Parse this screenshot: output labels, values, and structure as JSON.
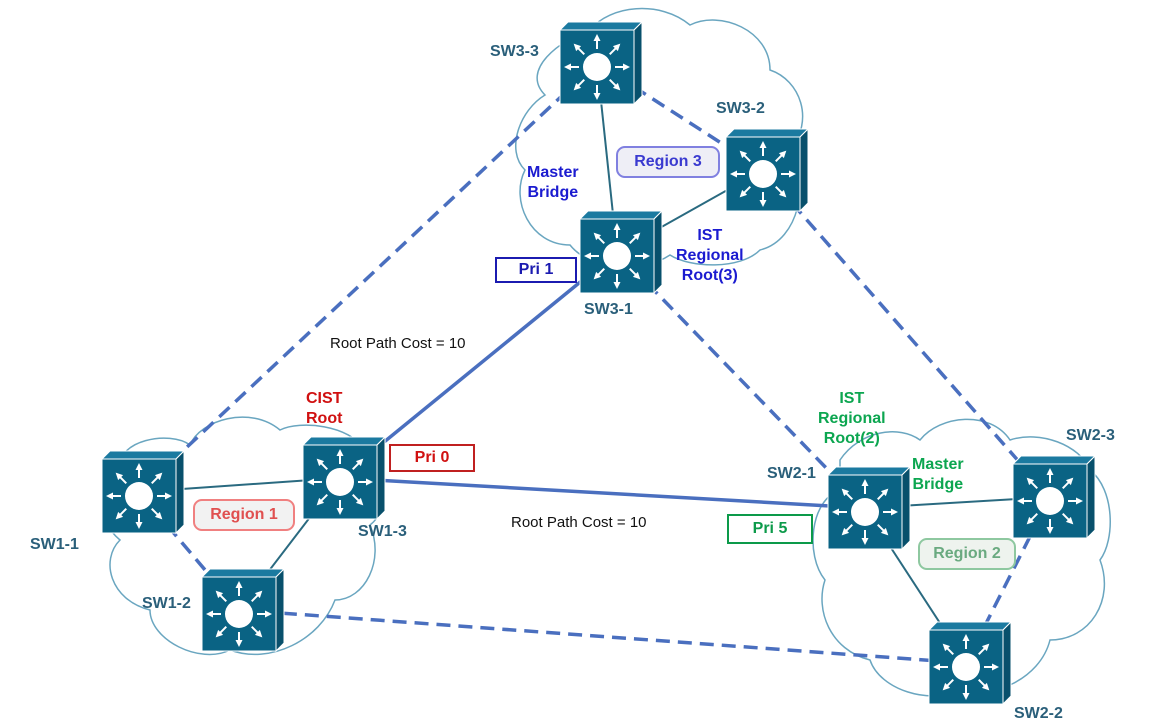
{
  "colors": {
    "switch": "#0a6384",
    "link_blue": "#4a6fbf",
    "region1": "#d93030",
    "region2": "#0ca650",
    "region3": "#1b1bd0",
    "cloud": "#6aa6c0",
    "switch_label": "#2a5f7a"
  },
  "switches": [
    {
      "id": "SW1-1",
      "label": "SW1-1"
    },
    {
      "id": "SW1-2",
      "label": "SW1-2"
    },
    {
      "id": "SW1-3",
      "label": "SW1-3"
    },
    {
      "id": "SW2-1",
      "label": "SW2-1"
    },
    {
      "id": "SW2-2",
      "label": "SW2-2"
    },
    {
      "id": "SW2-3",
      "label": "SW2-3"
    },
    {
      "id": "SW3-1",
      "label": "SW3-1"
    },
    {
      "id": "SW3-2",
      "label": "SW3-2"
    },
    {
      "id": "SW3-3",
      "label": "SW3-3"
    }
  ],
  "links": [
    {
      "from": "SW3-3",
      "to": "SW3-1",
      "style": "solid-thin"
    },
    {
      "from": "SW3-1",
      "to": "SW3-2",
      "style": "solid-thin"
    },
    {
      "from": "SW3-3",
      "to": "SW3-2",
      "style": "dashed"
    },
    {
      "from": "SW1-1",
      "to": "SW1-3",
      "style": "solid-thin"
    },
    {
      "from": "SW1-3",
      "to": "SW1-2",
      "style": "solid-thin"
    },
    {
      "from": "SW1-1",
      "to": "SW1-2",
      "style": "dashed"
    },
    {
      "from": "SW2-1",
      "to": "SW2-3",
      "style": "solid-thin"
    },
    {
      "from": "SW2-1",
      "to": "SW2-2",
      "style": "solid-thin"
    },
    {
      "from": "SW2-3",
      "to": "SW2-2",
      "style": "dashed"
    },
    {
      "from": "SW1-3",
      "to": "SW3-1",
      "style": "solid"
    },
    {
      "from": "SW1-3",
      "to": "SW2-1",
      "style": "solid"
    },
    {
      "from": "SW1-1",
      "to": "SW3-3",
      "style": "dashed"
    },
    {
      "from": "SW3-1",
      "to": "SW2-1",
      "style": "dashed"
    },
    {
      "from": "SW3-2",
      "to": "SW2-3",
      "style": "dashed"
    },
    {
      "from": "SW1-2",
      "to": "SW2-2",
      "style": "dashed"
    }
  ],
  "regions": [
    {
      "label": "Region 1"
    },
    {
      "label": "Region 2"
    },
    {
      "label": "Region 3"
    }
  ],
  "annotations": {
    "region3_master_line1": "Master",
    "region3_master_line2": "Bridge",
    "region3_ist_line1": "IST",
    "region3_ist_line2": "Regional",
    "region3_ist_line3": "Root(3)",
    "region3_pri": "Pri 1",
    "cist_line1": "CIST",
    "cist_line2": "Root",
    "region1_pri": "Pri 0",
    "region2_ist_line1": "IST",
    "region2_ist_line2": "Regional",
    "region2_ist_line3": "Root(2)",
    "region2_master_line1": "Master",
    "region2_master_line2": "Bridge",
    "region2_pri": "Pri 5",
    "cost_top": "Root Path Cost = 10",
    "cost_bottom": "Root Path Cost = 10"
  }
}
